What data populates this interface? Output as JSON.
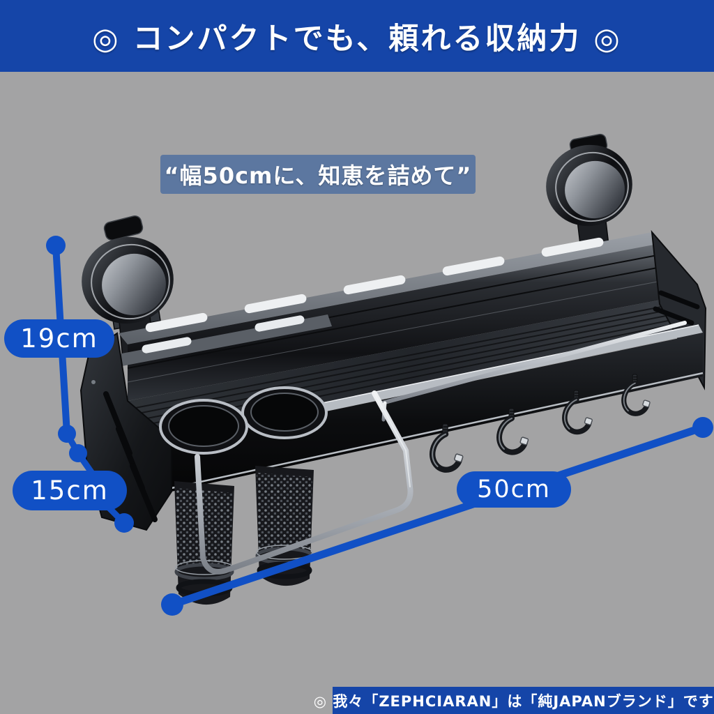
{
  "top_banner": {
    "text": "◎  コンパクトでも、頼れる収納力  ◎"
  },
  "caption_bubble": {
    "text": "“幅50cmに、知恵を詰めて”"
  },
  "dimension_labels": {
    "height": "19cm",
    "depth": "15cm",
    "width": "50cm"
  },
  "bottom_banner": {
    "text": "◎ 我々「ZEPHCIARAN」は「純JAPANブランド」です ◎"
  },
  "brand": "ZEPHCIARAN",
  "colors": {
    "banner_blue": "#1545a8",
    "dimension_blue": "#1150c5",
    "caption_blue": "#56739f",
    "background_gray": "#a3a3a4",
    "product_dark": "#101114",
    "chrome": "#c9cdd3"
  },
  "product_visible_features": {
    "description": "black wall-mounted kitchen rack shown in perspective",
    "suction_cups": 2,
    "utensil_cups": 2,
    "hooks": 4,
    "towel_bar": 1
  }
}
